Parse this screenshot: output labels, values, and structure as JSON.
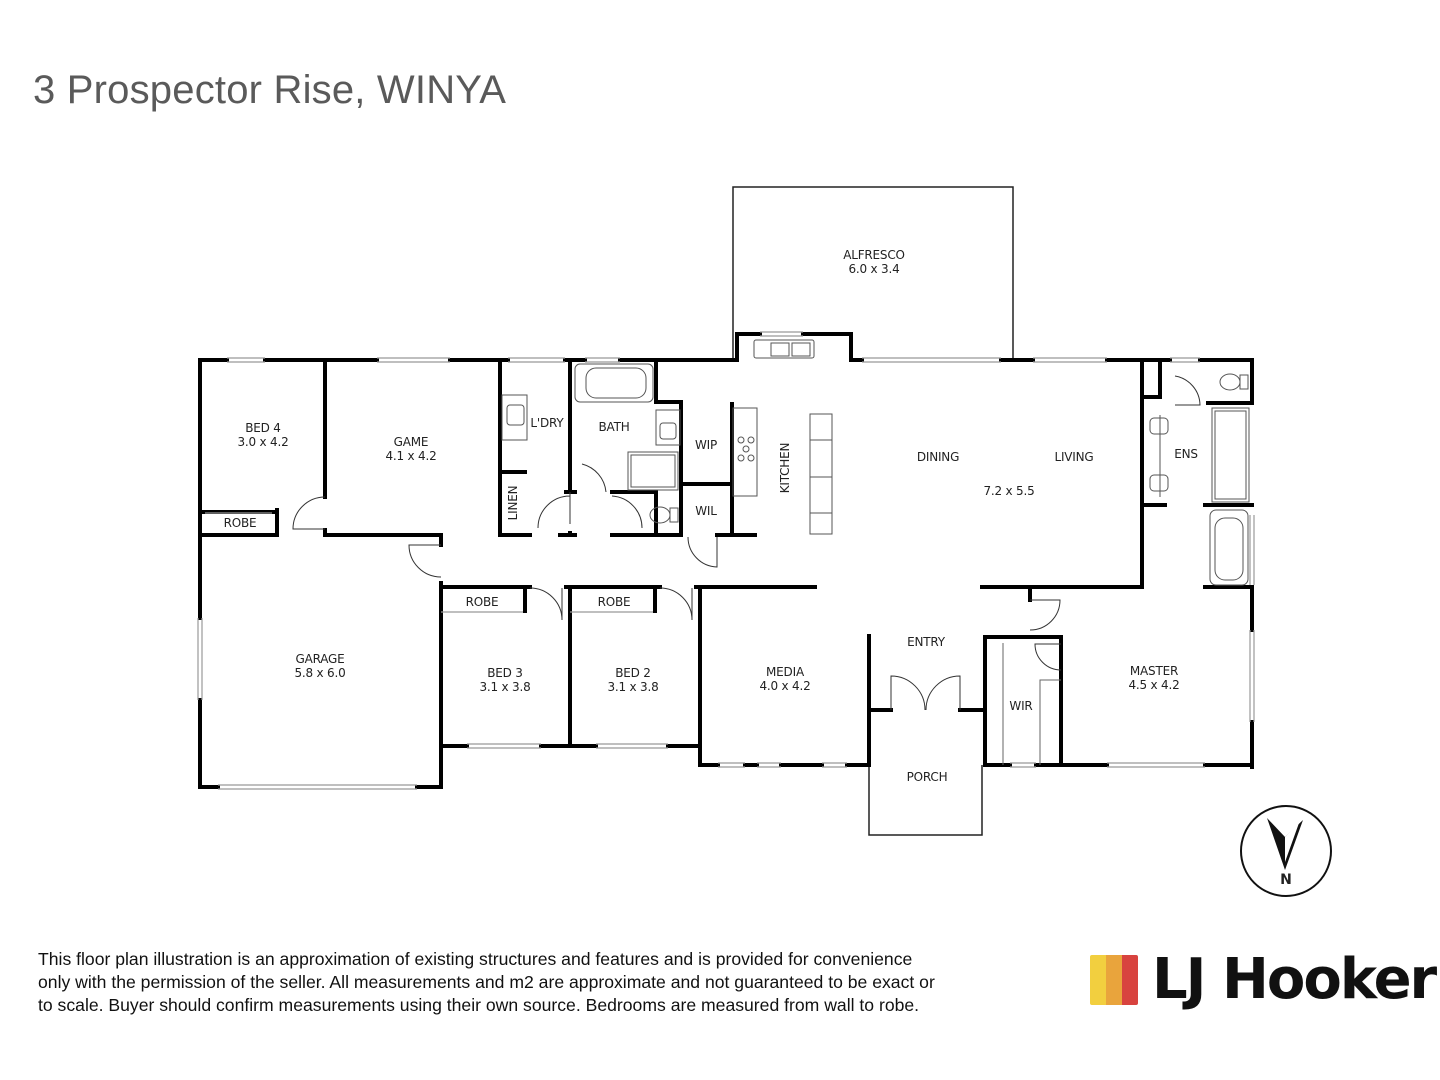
{
  "header": {
    "title": "3 Prospector Rise, WINYA"
  },
  "rooms": {
    "alfresco": {
      "name": "ALFRESCO",
      "dim": "6.0 x 3.4"
    },
    "bed4": {
      "name": "BED 4",
      "dim": "3.0 x 4.2"
    },
    "game": {
      "name": "GAME",
      "dim": "4.1 x 4.2"
    },
    "laundry": {
      "name": "L'DRY"
    },
    "bath": {
      "name": "BATH"
    },
    "wip": {
      "name": "WIP"
    },
    "wil": {
      "name": "WIL"
    },
    "linen": {
      "name": "LINEN"
    },
    "kitchen": {
      "name": "KITCHEN"
    },
    "dining": {
      "name": "DINING"
    },
    "living": {
      "name": "LIVING"
    },
    "dining_living_dim": "7.2 x 5.5",
    "ens": {
      "name": "ENS"
    },
    "robe_bed4": {
      "name": "ROBE"
    },
    "garage": {
      "name": "GARAGE",
      "dim": "5.8 x 6.0"
    },
    "robe_bed3": {
      "name": "ROBE"
    },
    "robe_bed2": {
      "name": "ROBE"
    },
    "bed3": {
      "name": "BED 3",
      "dim": "3.1 x 3.8"
    },
    "bed2": {
      "name": "BED 2",
      "dim": "3.1 x 3.8"
    },
    "media": {
      "name": "MEDIA",
      "dim": "4.0 x 4.2"
    },
    "entry": {
      "name": "ENTRY"
    },
    "porch": {
      "name": "PORCH"
    },
    "wir": {
      "name": "WIR"
    },
    "master": {
      "name": "MASTER",
      "dim": "4.5 x 4.2"
    }
  },
  "compass": {
    "label": "N",
    "icon": "north-arrow-icon"
  },
  "disclaimer": {
    "line1": "This floor plan illustration is an approximation of existing structures and features and is provided for convenience",
    "line2": "only with the permission of the seller. All measurements and m2 are approximate and not guaranteed to be exact or",
    "line3": "to scale. Buyer should confirm measurements using their own source. Bedrooms are measured from wall to robe."
  },
  "brand": {
    "name": "LJ Hooker",
    "colors": [
      "#f2cf3f",
      "#e9a43c",
      "#d8433f"
    ]
  }
}
